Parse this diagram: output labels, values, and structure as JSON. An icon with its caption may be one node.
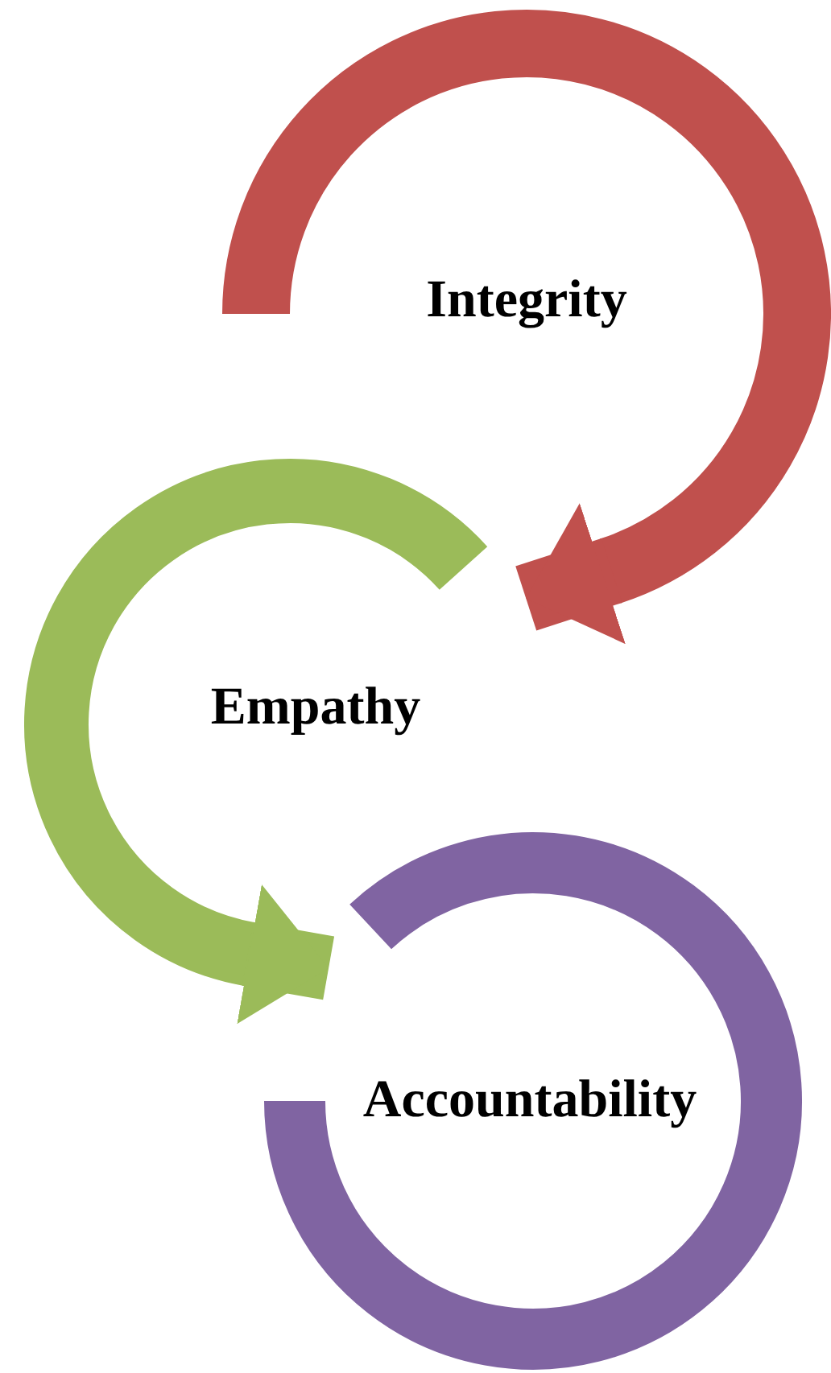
{
  "diagram": {
    "nodes": [
      {
        "text": [
          "Integrity"
        ]
      },
      {
        "text": [
          "Empathy"
        ]
      },
      {
        "text": [
          "Accountability"
        ]
      }
    ],
    "edges": [
      {
        "from": 0,
        "to": 1,
        "arrow": "to",
        "color": "#c0504d"
      },
      {
        "from": 1,
        "to": 2,
        "arrow": "to",
        "color": "#9bbb59"
      }
    ]
  }
}
